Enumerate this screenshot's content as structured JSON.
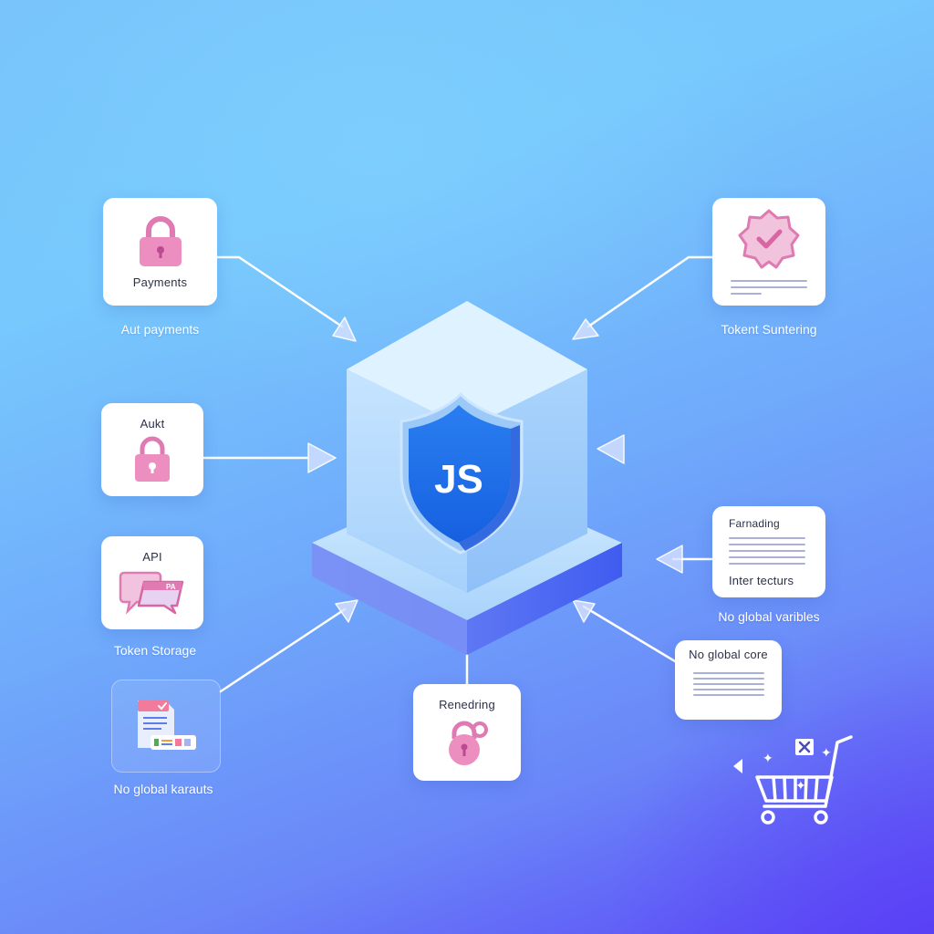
{
  "diagram": {
    "center": {
      "label": "JS",
      "icon": "shield-icon"
    },
    "nodes": [
      {
        "id": "payments",
        "card_label": "Payments",
        "caption": "Aut payments",
        "icon": "padlock-icon"
      },
      {
        "id": "token-suntering",
        "card_label": "",
        "caption": "Tokent Suntering",
        "icon": "verified-badge-icon"
      },
      {
        "id": "aukt",
        "card_label": "Aukt",
        "caption": "",
        "icon": "padlock-icon"
      },
      {
        "id": "api",
        "card_label": "API",
        "caption": "Token Storage",
        "icon": "chat-bubbles-icon"
      },
      {
        "id": "no-global-karauts",
        "card_label": "",
        "caption": "No global karauts",
        "icon": "document-icon"
      },
      {
        "id": "rendering",
        "card_label": "Renedring",
        "caption": "",
        "icon": "round-padlock-icon"
      },
      {
        "id": "farnading",
        "card_label": "Farnading",
        "card_sublabel": "Inter tecturs",
        "caption": "No global varibles",
        "icon": "text-lines-icon"
      },
      {
        "id": "no-global-core",
        "card_label": "No global core",
        "caption": "",
        "icon": "text-lines-icon"
      },
      {
        "id": "cart",
        "card_label": "",
        "caption": "",
        "icon": "shopping-cart-icon"
      }
    ],
    "colors": {
      "accent_pink": "#e57fb5",
      "shield_blue": "#1f6fe8",
      "base_blue": "#4f6cf2",
      "cube_light": "#cfe9ff",
      "bg_top": "#78c6fc",
      "bg_bottom": "#5a45f6"
    }
  }
}
